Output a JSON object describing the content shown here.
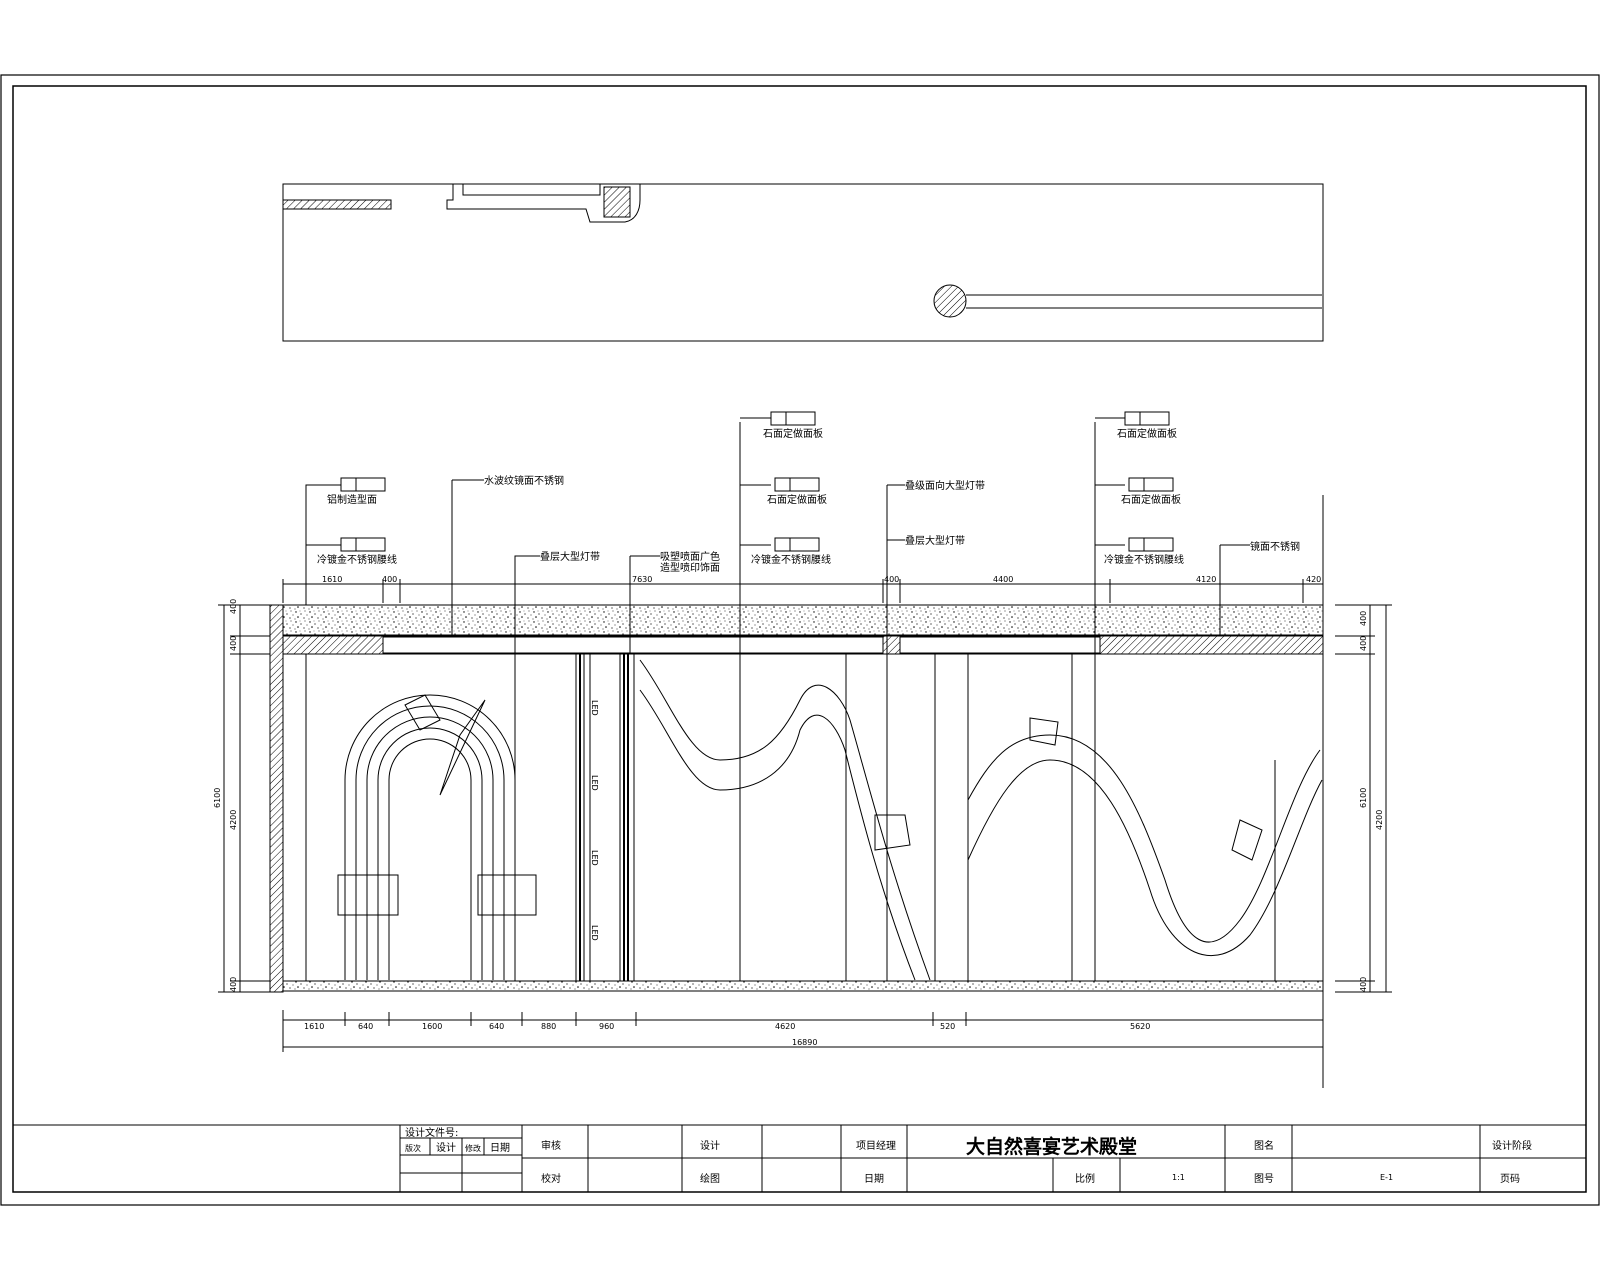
{
  "drawing": {
    "title": "大自然喜宴艺术殿堂",
    "annotations": {
      "a1": "水波纹镜面不锈钢",
      "a2": "叠层大型灯带",
      "a3": "吸塑喷面广色",
      "a4": "造型喷印饰面",
      "a5": "叠级面向大型灯带",
      "a6": "叠层大型灯带",
      "a7": "镜面不锈钢",
      "s1": "铝制造型面",
      "s2": "冷镀金不锈钢腰线",
      "s3": "石面定做面板",
      "s4": "石面定做面板",
      "s5": "冷镀金不锈钢腰线",
      "s6": "石面定做面板",
      "s7": "石面定做面板",
      "s8": "冷镀金不锈钢腰线"
    },
    "led_labels": [
      "LED",
      "LED",
      "LED",
      "LED"
    ],
    "dims_top": [
      "1610",
      "400",
      "7630",
      "400",
      "4400",
      "4120",
      "420"
    ],
    "dims_bottom": [
      "1610",
      "640",
      "1600",
      "640",
      "880",
      "960",
      "4620",
      "520",
      "5620"
    ],
    "dim_total": "16890",
    "dims_left": [
      "400",
      "400",
      "6100",
      "4200",
      "400"
    ],
    "dims_right": [
      "400",
      "400",
      "6100",
      "4200",
      "400"
    ]
  },
  "title_block": {
    "design_no_label": "设计文件号:",
    "row_a": [
      "版次",
      "设计",
      "修改",
      "日期"
    ],
    "review": "审核",
    "proofread": "校对",
    "design": "设计",
    "draw": "绘图",
    "project_manager": "项目经理",
    "date": "日期",
    "scale": "比例",
    "scale_value": "1:1",
    "drawing_name": "图名",
    "drawing_no": "图号",
    "drawing_no_value": "E-1",
    "design_stage": "设计阶段",
    "page": "页码"
  }
}
